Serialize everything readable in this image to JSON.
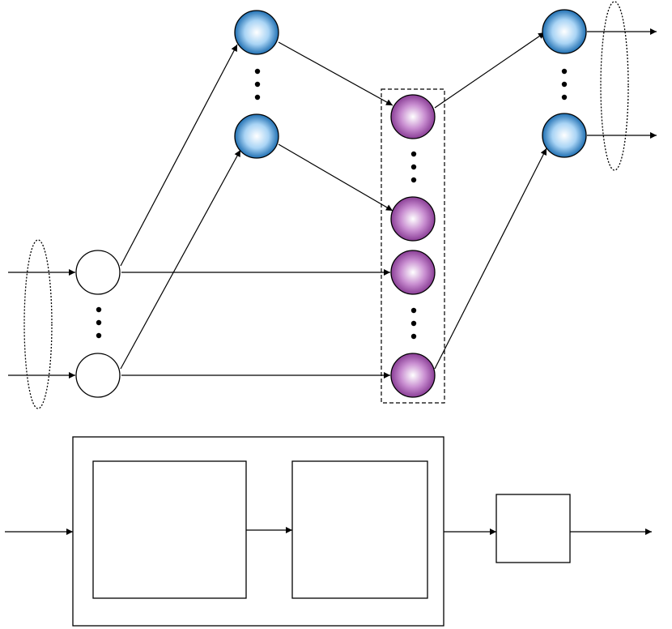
{
  "diagram": {
    "colors": {
      "stroke": "#000000",
      "input_node_fill": "#ffffff",
      "hidden_node_edge": "#1f6fb2",
      "hidden_node_center": "#ffffff",
      "hidden_node_mid": "#a9d4f5",
      "assoc_node_center": "#ffffff",
      "assoc_node_mid": "#c98fd1",
      "assoc_node_edge": "#8a3e96"
    },
    "node_groups": [
      {
        "group": "input",
        "count_shown": 2,
        "ellipsis": true
      },
      {
        "group": "hidden",
        "count_shown": 2,
        "ellipsis": true
      },
      {
        "group": "association",
        "count_shown": 4,
        "ellipsis": true
      },
      {
        "group": "output",
        "count_shown": 2,
        "ellipsis": true
      }
    ],
    "blocks": [
      {
        "role": "outer-container",
        "label": ""
      },
      {
        "role": "inner-block-1",
        "label": ""
      },
      {
        "role": "inner-block-2",
        "label": ""
      },
      {
        "role": "output-block",
        "label": ""
      }
    ]
  }
}
